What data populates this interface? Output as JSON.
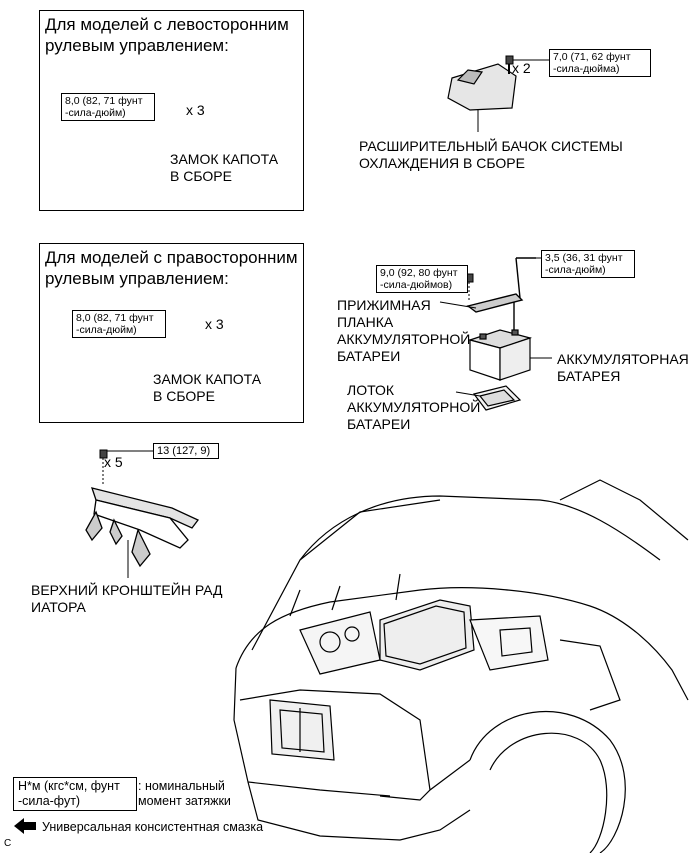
{
  "panel_lhd": {
    "heading": "Для моделей с левосторонним\nрулевым управлением:",
    "torque": "8,0 (82, 71 фунт\n-сила-дюйм)",
    "multiplier": "x 3",
    "part_label": "ЗАМОК КАПОТА\nВ СБОРЕ"
  },
  "panel_rhd": {
    "heading": "Для моделей с правосторонним\nрулевым управлением:",
    "torque": "8,0 (82, 71 фунт\n-сила-дюйм)",
    "multiplier": "x 3",
    "part_label": "ЗАМОК КАПОТА\nВ СБОРЕ"
  },
  "reservoir": {
    "torque": "7,0 (71, 62 фунт\n-сила-дюйма)",
    "multiplier": "x 2",
    "label": "РАСШИРИТЕЛЬНЫЙ БАЧОК СИСТЕМЫ\nОХЛАЖДЕНИЯ В СБОРЕ"
  },
  "battery": {
    "clamp_torque": "9,0 (92, 80 фунт\n-сила-дюймов)",
    "terminal_torque": "3,5 (36, 31 фунт\n-сила-дюйм)",
    "clamp_label": "ПРИЖИМНАЯ\nПЛАНКА\nАККУМУЛЯТОРНОЙ\nБАТАРЕИ",
    "battery_label": "АККУМУЛЯТОРНАЯ\nБАТАРЕЯ",
    "tray_label": "ЛОТОК\nАККУМУЛЯТОРНОЙ\nБАТАРЕИ"
  },
  "radiator_bracket": {
    "torque": "13 (127, 9)",
    "multiplier": "x 5",
    "label": "ВЕРХНИЙ КРОНШТЕЙН РАД\nИАТОРА"
  },
  "legend": {
    "torque_box": "Н*м (кгс*см, фунт\n-сила-фут)",
    "torque_desc": ": номинальный\nмомент затяжки",
    "grease_desc": "Универсальная консистентная смазка"
  },
  "footer_code": "C"
}
